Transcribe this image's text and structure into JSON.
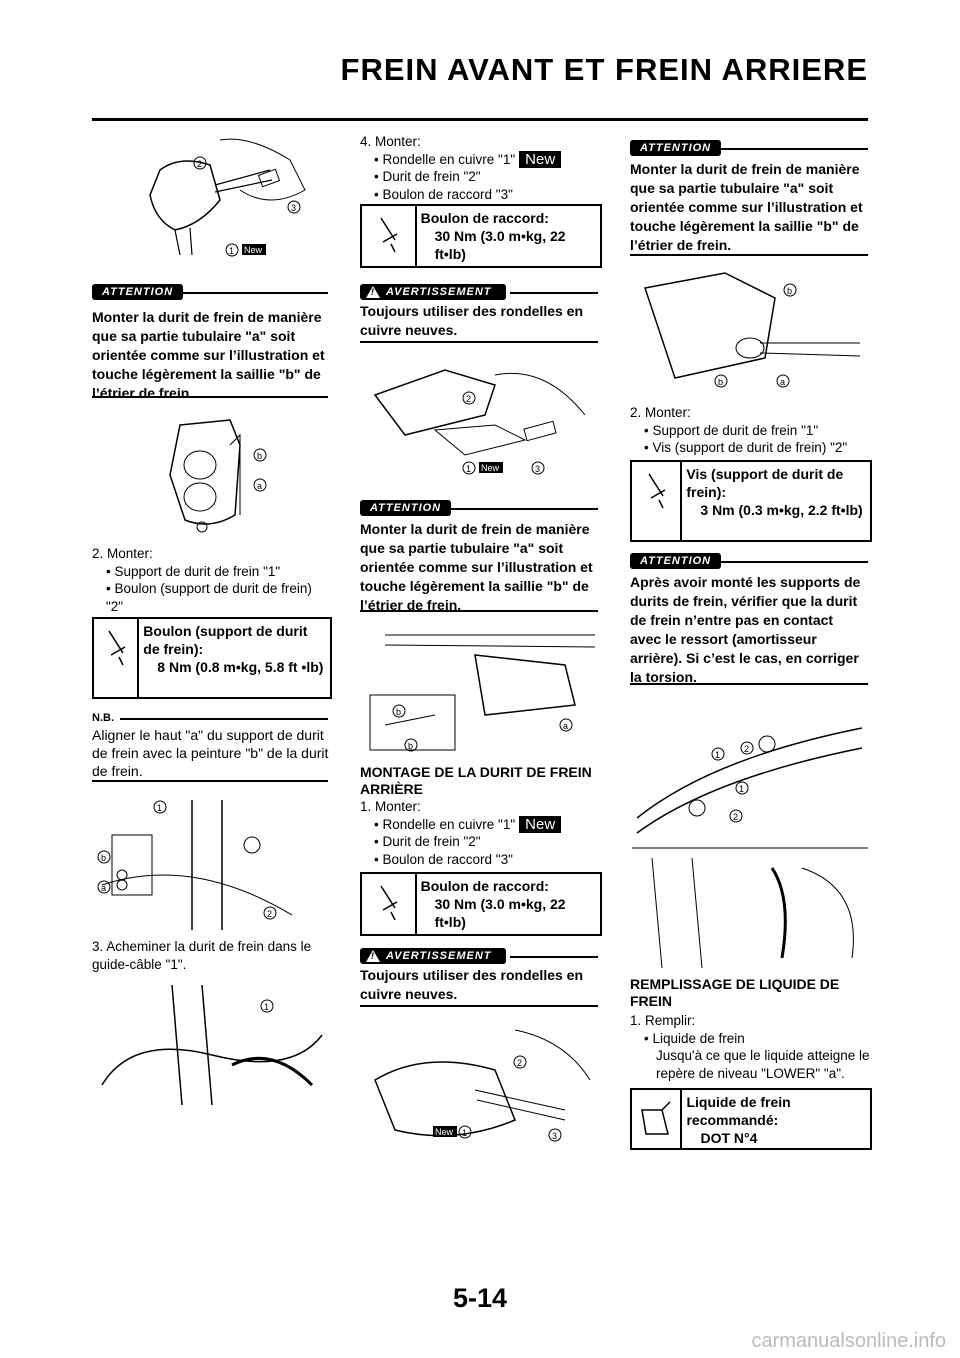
{
  "header": {
    "title": "FREIN AVANT ET FREIN ARRIERE"
  },
  "page": {
    "number": "5-14",
    "footer": "carmanualsonline.info"
  },
  "labels": {
    "attention": "ATTENTION",
    "avertissement": "AVERTISSEMENT",
    "new": "New",
    "nb": "N.B."
  },
  "col1": {
    "attention1": "Monter la durit de frein de manière que sa partie tubulaire \"a\" soit orientée comme sur l’illustration et touche légèrement la saillie \"b\" de l’étrier de frein.",
    "step2": {
      "title": "2. Monter:",
      "item1": "• Support de durit de frein \"1\"",
      "item2": "• Boulon (support de durit de frein) \"2\""
    },
    "spec1": {
      "l1": "Boulon (support de durit de frein):",
      "l2": "8 Nm (0.8 m•kg, 5.8 ft •lb)"
    },
    "nb_text": "Aligner le haut \"a\" du support de durit de frein avec la peinture \"b\" de la durit de frein.",
    "step3": "3. Acheminer la durit de frein dans le guide-câble \"1\"."
  },
  "col2": {
    "step4": {
      "title": "4. Monter:",
      "item1": "• Rondelle en cuivre \"1\"",
      "item2": "• Durit de frein \"2\"",
      "item3": "• Boulon de raccord \"3\""
    },
    "spec2": {
      "l1": "Boulon de raccord:",
      "l2": "30 Nm (3.0 m•kg, 22 ft•lb)"
    },
    "warn1": "Toujours utiliser des rondelles en cuivre neuves.",
    "attention2": "Monter la durit de frein de manière que sa partie tubulaire \"a\" soit orientée comme sur l’illustration et touche légèrement la saillie \"b\" de l’étrier de frein.",
    "heading": "MONTAGE DE LA DURIT DE FREIN ARRIÈRE",
    "step1": {
      "title": "1. Monter:",
      "item1": "• Rondelle en cuivre \"1\"",
      "item2": "• Durit de frein \"2\"",
      "item3": "• Boulon de raccord \"3\""
    },
    "spec3": {
      "l1": "Boulon de raccord:",
      "l2": "30 Nm (3.0 m•kg, 22 ft•lb)"
    },
    "warn2": "Toujours utiliser des rondelles en cuivre neuves."
  },
  "col3": {
    "attention3": "Monter la durit de frein de manière que sa partie tubulaire \"a\" soit orientée comme sur l’illustration et touche légèrement la saillie \"b\" de l’étrier de frein.",
    "step2": {
      "title": "2. Monter:",
      "item1": "• Support de durit de frein \"1\"",
      "item2": "• Vis (support de durit de frein) \"2\""
    },
    "spec4": {
      "l1": "Vis (support de durit de frein):",
      "l2": "3 Nm (0.3 m•kg, 2.2 ft•lb)"
    },
    "attention4": "Après avoir monté les supports de durits de frein, vérifier que la durit de frein n’entre pas en contact avec le ressort (amortisseur arrière). Si c’est le cas, en corriger la torsion.",
    "heading": "REMPLISSAGE DE LIQUIDE DE FREIN",
    "step1": {
      "title": "1. Remplir:",
      "item1": "• Liquide de frein",
      "item2": "Jusqu'à ce que le liquide atteigne le repère de niveau \"LOWER\" \"a\"."
    },
    "spec5": {
      "l1": "Liquide de frein recommandé:",
      "l2": "DOT N°4"
    }
  }
}
